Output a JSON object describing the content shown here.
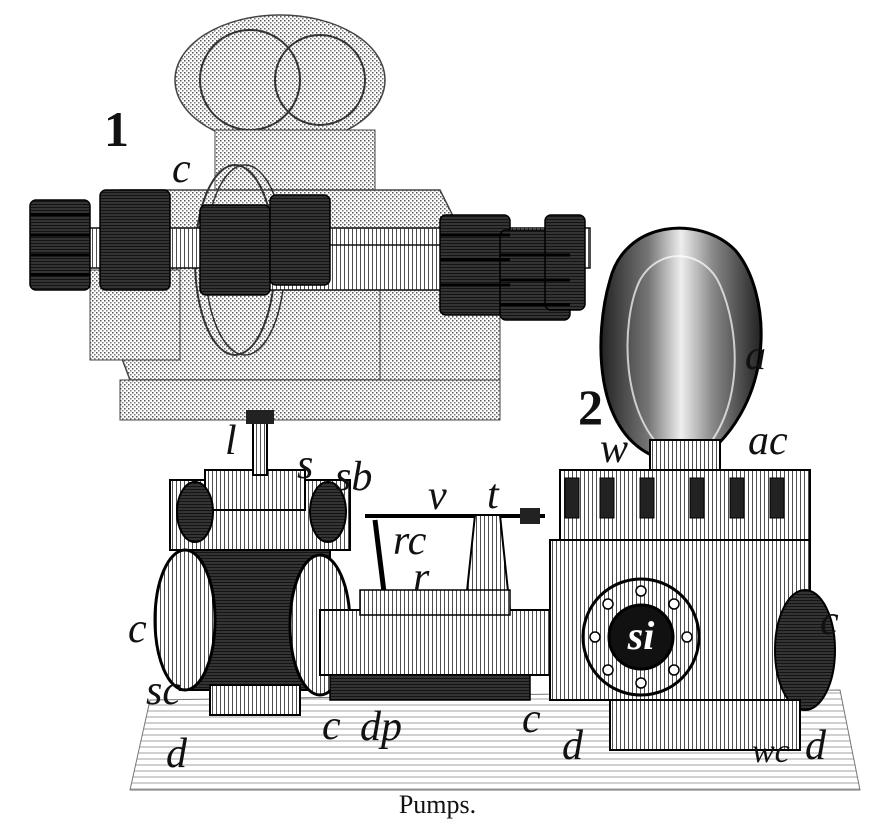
{
  "figure": {
    "caption": "Pumps.",
    "numbers": {
      "fig1": "1",
      "fig2": "2"
    },
    "labels": {
      "c_top": "c",
      "a": "a",
      "w": "w",
      "ac": "ac",
      "l": "l",
      "s": "s",
      "sb": "sb",
      "v": "v",
      "t": "t",
      "rc": "rc",
      "r": "r",
      "c_left": "c",
      "sc": "sc",
      "d_left": "d",
      "c_bottom": "c",
      "dp": "dp",
      "c_mid": "c",
      "d_mid": "d",
      "si": "si",
      "c_right": "c",
      "wc": "wc",
      "d_right": "d"
    }
  }
}
